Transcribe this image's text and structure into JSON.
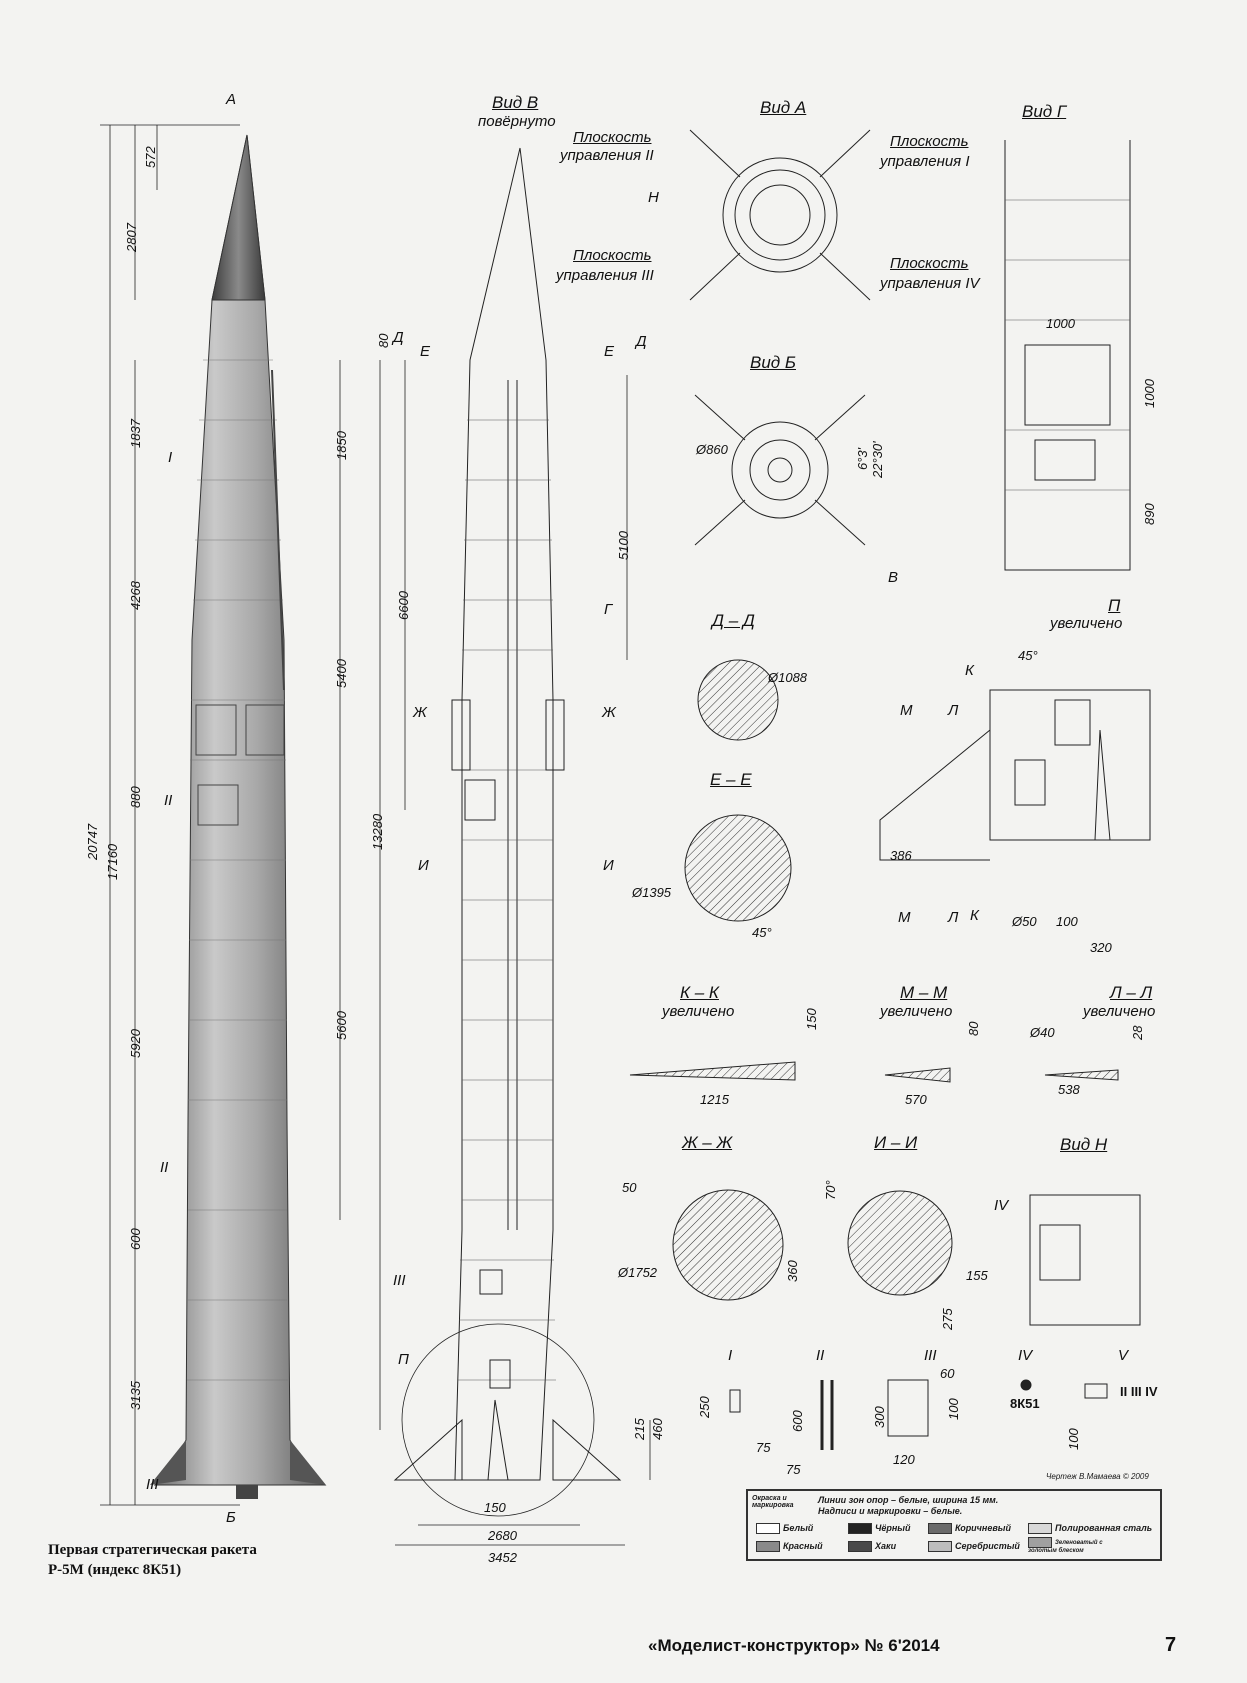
{
  "page": {
    "caption_line1": "Первая стратегическая ракета",
    "caption_line2": "Р-5М (индекс 8К51)",
    "magazine": "«Моделист-конструктор» № 6'2014",
    "page_number": "7",
    "drawing_credit": "Чертеж В.Мамаева © 2009"
  },
  "views": {
    "vid_v": "Вид В",
    "vid_v_note": "повёрнуто",
    "vid_a": "Вид А",
    "vid_b": "Вид Б",
    "vid_g": "Вид Г",
    "vid_n": "Вид Н",
    "p_view": "П",
    "p_note": "увеличено",
    "dd": "Д – Д",
    "ee": "Е – Е",
    "kk": "К – К",
    "kk_note": "увеличено",
    "mm": "М – М",
    "mm_note": "увеличено",
    "ll": "Л – Л",
    "ll_note": "увеличено",
    "zhzh": "Ж – Ж",
    "ii": "И – И"
  },
  "planes": {
    "p1_a": "Плоскость",
    "p1_b": "управления I",
    "p2_a": "Плоскость",
    "p2_b": "управления II",
    "p3_a": "Плоскость",
    "p3_b": "управления III",
    "p4_a": "Плоскость",
    "p4_b": "управления IV"
  },
  "markers": {
    "A": "А",
    "B": "Б",
    "V": "В",
    "G": "Г",
    "D": "Д",
    "E": "Е",
    "Zh": "Ж",
    "I": "И",
    "K": "К",
    "M": "М",
    "L": "Л",
    "N": "Н",
    "P": "П",
    "r1": "I",
    "r2": "II",
    "r3": "III",
    "r4": "IV",
    "r5": "V"
  },
  "dims": {
    "d572": "572",
    "d2807": "2807",
    "d1837": "1837",
    "d4268": "4268",
    "d880": "880",
    "d5920": "5920",
    "d600": "600",
    "d3135": "3135",
    "d20747": "20747",
    "d17160": "17160",
    "d1850": "1850",
    "d5400": "5400",
    "d5600": "5600",
    "d6600": "6600",
    "d13280": "13280",
    "d5100": "5100",
    "d80": "80",
    "d215": "215",
    "d460": "460",
    "d150": "150",
    "d2680": "2680",
    "d3452": "3452",
    "d1000w": "1000",
    "d1000h": "1000",
    "d890": "890",
    "d860": "Ø860",
    "ang1": "6°3'",
    "ang2": "22°30'",
    "d1088": "Ø1088",
    "d1395": "Ø1395",
    "ang45": "45°",
    "ang45p": "45°",
    "d386": "386",
    "d50": "Ø50",
    "d100": "100",
    "d320": "320",
    "d1215": "1215",
    "d150k": "150",
    "d570": "570",
    "d80m": "80",
    "d40": "Ø40",
    "d28": "28",
    "d538": "538",
    "d50zh": "50",
    "d1752": "Ø1752",
    "d360": "360",
    "ang70": "70°",
    "d155": "155",
    "d275": "275",
    "d250": "250",
    "d75a": "75",
    "d600b": "600",
    "d75b": "75",
    "d60": "60",
    "d300": "300",
    "d100c": "100",
    "d120": "120",
    "d8k51": "8К51",
    "d100e": "100",
    "roman": "II  III  IV"
  },
  "legend": {
    "head_a": "Окраска и маркировка",
    "head_b": "Линии зон опор – белые, ширина 15 мм.",
    "head_c": "Надписи и маркировки – белые.",
    "white": "Белый",
    "black": "Чёрный",
    "brown": "Коричневый",
    "steel": "Полированная сталь",
    "red": "Красный",
    "khaki": "Хаки",
    "silver": "Серебристый",
    "extra": "Зеленоватый с золотым блеском",
    "colors": {
      "white": "#ffffff",
      "black": "#222222",
      "brown": "#6a6a6a",
      "steel": "#d8d8d8",
      "red": "#8a8a8a",
      "khaki": "#4a4a4a",
      "silver": "#bdbdbd",
      "extra": "#a0a0a0"
    }
  }
}
